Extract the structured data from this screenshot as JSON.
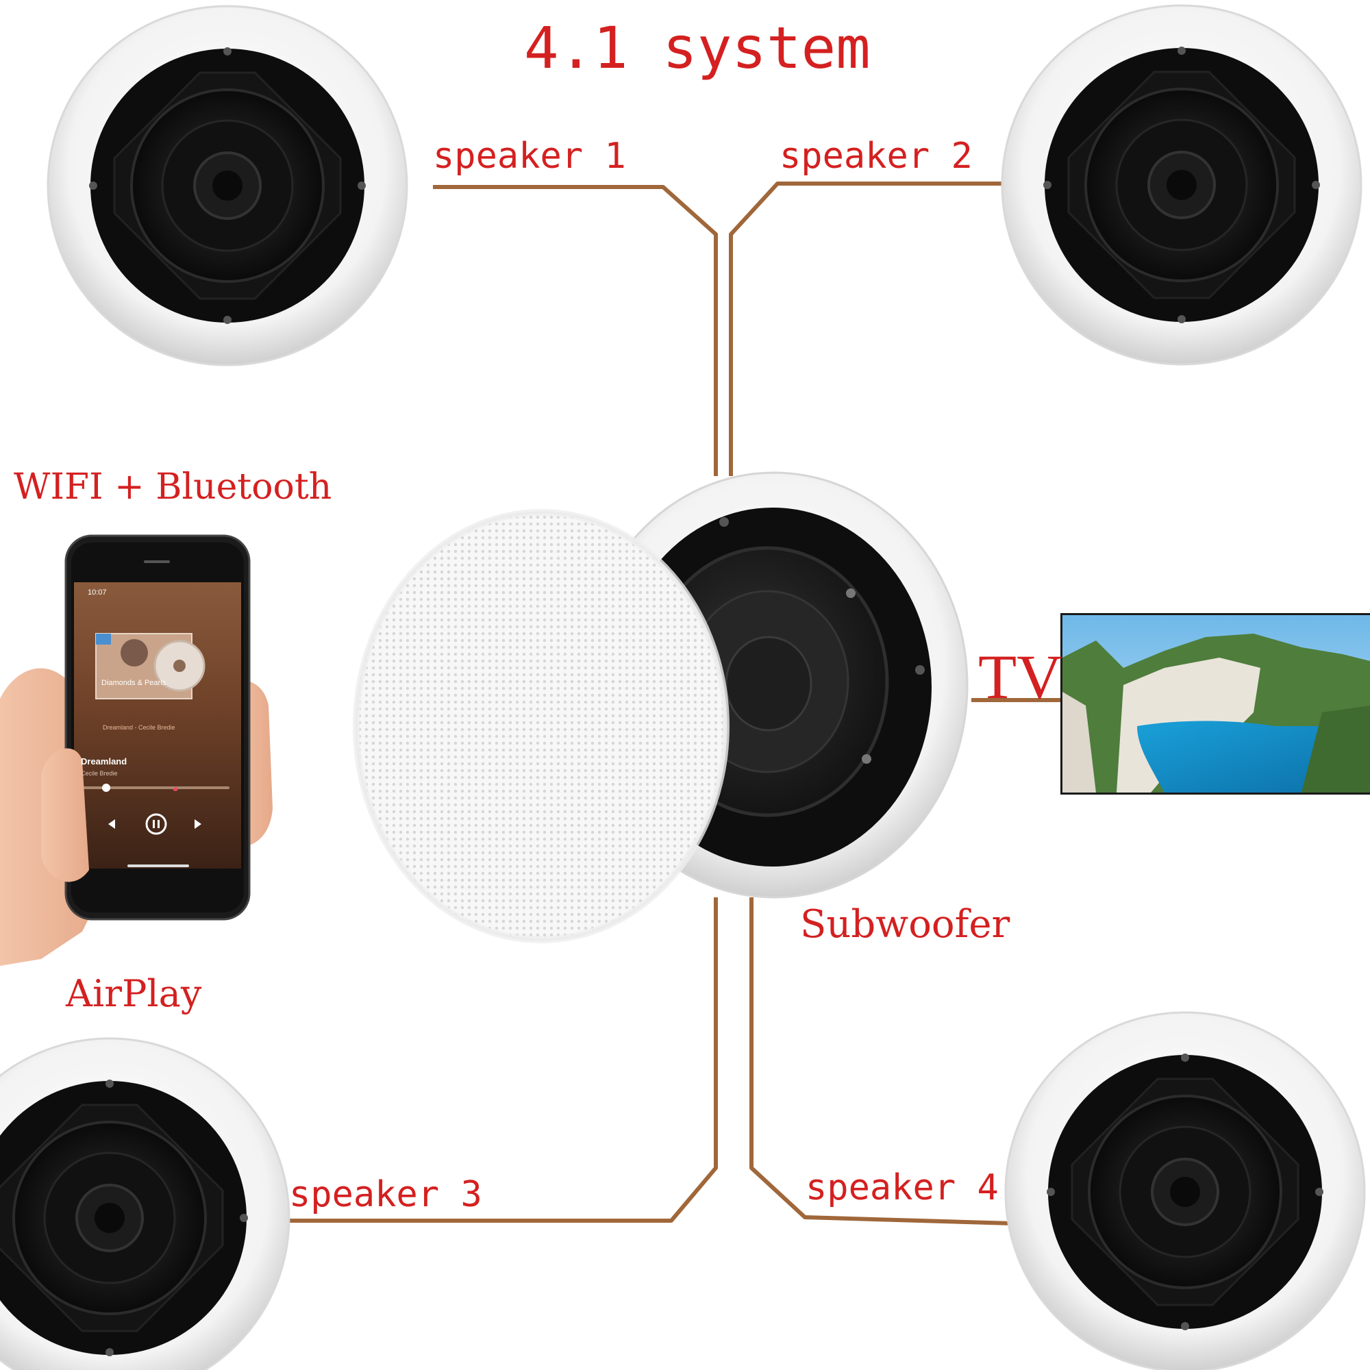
{
  "labels": {
    "title": "4.1 system",
    "speaker1": "speaker 1",
    "speaker2": "speaker 2",
    "speaker3": "speaker 3",
    "speaker4": "speaker 4",
    "wifi": "WIFI + Bluetooth",
    "airplay": "AirPlay",
    "subwoofer": "Subwoofer",
    "tv": "TV"
  },
  "phone": {
    "time": "10:07",
    "album_title": "Diamonds & Pearls",
    "lyric_line": "Dreamland - Cecile Bredie",
    "song_title": "Dreamland",
    "artist": "Cecile Bredie"
  },
  "colors": {
    "label_red": "#d42020",
    "wire": "#a0673a",
    "speaker_ring": "#f2f2f2",
    "speaker_black": "#111111"
  }
}
